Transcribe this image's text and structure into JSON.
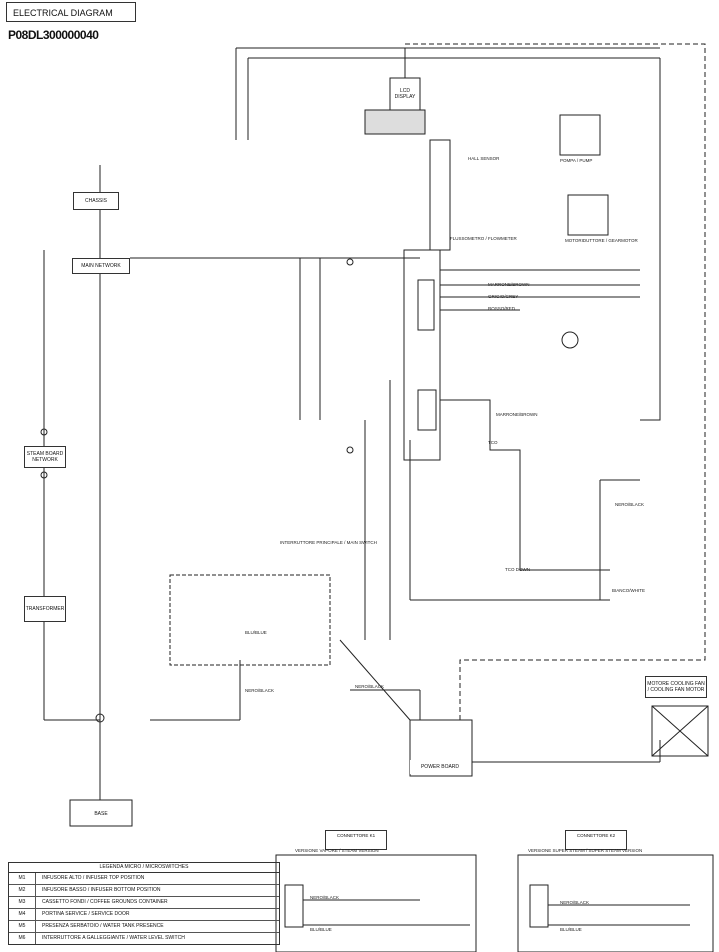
{
  "header": {
    "title": "ELECTRICAL DIAGRAM",
    "code": "P08DL300000040"
  },
  "components": {
    "chassis": "CHASSIS",
    "main_network": "MAIN NETWORK",
    "steam_board": "STEAM BOARD NETWORK",
    "transformer": "TRANSFORMER",
    "base": "BASE",
    "display": "LCD DISPLAY",
    "power_board": "POWER BOARD",
    "fan": "COOLING FAN MOTOR",
    "fan_label": "MOTORE COOLING FAN / COOLING FAN MOTOR"
  },
  "labels": {
    "interruttore": "INTERRUTTORE PRINCIPALE / MAIN SWITCH",
    "nero_black": "NERO/BLACK",
    "blu_blue": "BLU/BLUE",
    "rosso_red": "ROSSO/RED",
    "marrone_brown": "MARRONE/BROWN",
    "grigio_grey": "GRIGIO/GREY",
    "bianco_white": "BIANCO/WHITE",
    "tco": "TCO",
    "tco_down": "TCO DOWN",
    "hall_sensor": "HALL SENSOR",
    "flowmeter": "FLUSSOMETRO / FLOWMETER",
    "pump": "POMPA / PUMP",
    "motoriduttore": "MOTORIDUTTORE / GEARMOTOR",
    "steam_version": "VERSIONE VAPORE / STEAM VERSION",
    "super_steam_version": "VERSIONE SUPER STEAM / SUPER STEAM VERSION",
    "connettore_k1": "CONNETTORE K1",
    "connettore_k2": "CONNETTORE K2"
  },
  "legend": {
    "title": "LEGENDA MICRO / MICROSWITCHES",
    "rows": [
      {
        "code": "M1",
        "desc": "INFUSORE ALTO / INFUSER TOP POSITION"
      },
      {
        "code": "M2",
        "desc": "INFUSORE BASSO / INFUSER BOTTOM POSITION"
      },
      {
        "code": "M3",
        "desc": "CASSETTO FONDI / COFFEE GROUNDS CONTAINER"
      },
      {
        "code": "M4",
        "desc": "PORTINA SERVICE / SERVICE DOOR"
      },
      {
        "code": "M5",
        "desc": "PRESENZA SERBATOIO / WATER TANK PRESENCE"
      },
      {
        "code": "M6",
        "desc": "INTERRUTTORE A GALLEGGIANTE / WATER LEVEL SWITCH"
      }
    ]
  }
}
